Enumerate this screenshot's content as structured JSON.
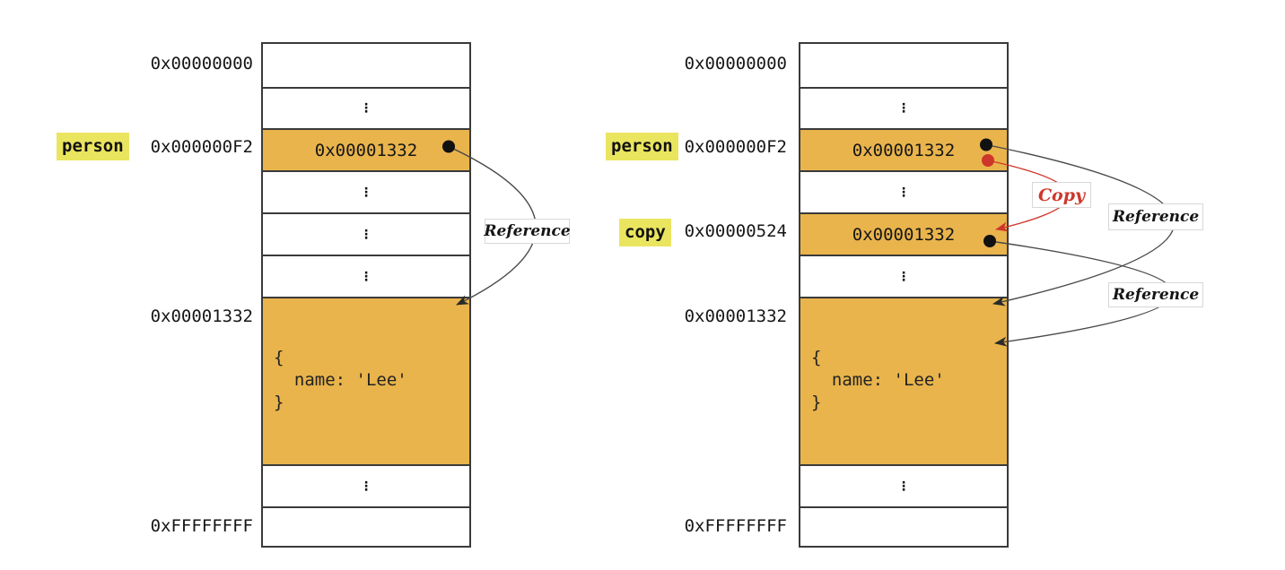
{
  "title": "Object reference vs copy memory diagram",
  "colors": {
    "cell_orange": "#E9B44C",
    "var_highlight": "#EAE55F",
    "copy_red": "#CF362B",
    "arrow_gray": "#4a4a4a",
    "table_border": "#3a3a3a"
  },
  "glyphs": {
    "vdots": "⋮"
  },
  "left": {
    "addresses": {
      "top": "0x00000000",
      "person": "0x000000F2",
      "object": "0x00001332",
      "bottom": "0xFFFFFFFF"
    },
    "var_person": "person",
    "value_person": "0x00001332",
    "object_code": "{\n  name: 'Lee'\n}",
    "label_reference": "Reference"
  },
  "right": {
    "addresses": {
      "top": "0x00000000",
      "person": "0x000000F2",
      "copy": "0x00000524",
      "object": "0x00001332",
      "bottom": "0xFFFFFFFF"
    },
    "var_person": "person",
    "var_copy": "copy",
    "value_person": "0x00001332",
    "value_copy": "0x00001332",
    "object_code": "{\n  name: 'Lee'\n}",
    "label_copy": "Copy",
    "label_reference_1": "Reference",
    "label_reference_2": "Reference"
  }
}
